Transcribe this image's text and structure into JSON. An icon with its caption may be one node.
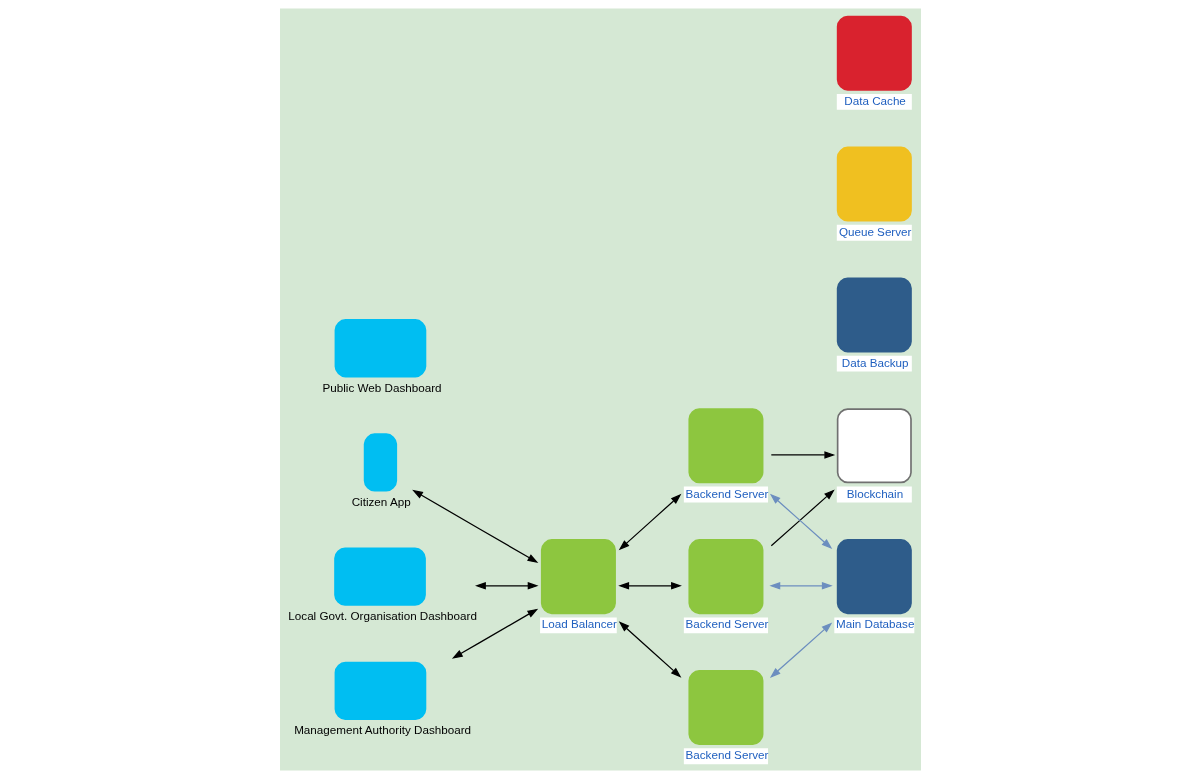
{
  "diagram": {
    "nodes": [
      {
        "text": [
          "Citizen App"
        ]
      },
      {
        "text": [
          "Local Govt. Organisation Dashboard"
        ]
      },
      {
        "text": [
          "Management Authority Dashboard"
        ]
      },
      {
        "text": [
          "Public Web Dashboard"
        ]
      },
      {
        "text": [
          "Load Balancer"
        ]
      },
      {
        "text": [
          "Backend Server"
        ]
      },
      {
        "text": [
          "Backend Server"
        ]
      },
      {
        "text": [
          "Backend Server"
        ]
      },
      {
        "text": [
          "Blockchain"
        ]
      },
      {
        "text": [
          "Data Backup"
        ]
      },
      {
        "text": [
          "Queue Server"
        ]
      },
      {
        "text": [
          "Main Database"
        ]
      },
      {
        "text": [
          "Data Cache"
        ]
      }
    ],
    "edges": [
      {
        "from": 0,
        "to": 4,
        "arrow": "both"
      },
      {
        "from": 1,
        "to": 4,
        "arrow": "both"
      },
      {
        "from": 2,
        "to": 4,
        "arrow": "both"
      },
      {
        "from": 4,
        "to": 5,
        "arrow": "both"
      },
      {
        "from": 4,
        "to": 6,
        "arrow": "both"
      },
      {
        "from": 4,
        "to": 7,
        "arrow": "both"
      },
      {
        "from": 5,
        "to": 8,
        "arrow": "to"
      },
      {
        "from": 7,
        "to": 8,
        "arrow": "to"
      },
      {
        "from": 5,
        "to": 11,
        "arrow": "both",
        "color": "#6c8ebf"
      },
      {
        "from": 6,
        "to": 11,
        "arrow": "both",
        "color": "#6c8ebf"
      },
      {
        "from": 7,
        "to": 11,
        "arrow": "both",
        "color": "#6c8ebf"
      }
    ]
  }
}
